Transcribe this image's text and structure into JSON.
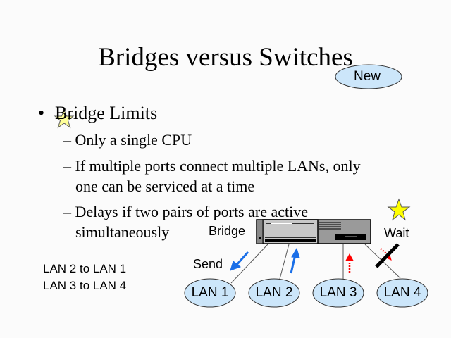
{
  "slide": {
    "title": "Bridges versus Switches",
    "badge": "New",
    "bullet": {
      "marker": "•",
      "text": "Bridge Limits",
      "subs": [
        {
          "marker": "–",
          "lines": [
            "Only a single CPU"
          ]
        },
        {
          "marker": "–",
          "lines": [
            "If multiple ports connect multiple LANs, only",
            "one can be serviced at a time"
          ]
        },
        {
          "marker": "–",
          "lines": [
            "Delays if two pairs of ports are active",
            "simultaneously"
          ]
        }
      ]
    },
    "diagram": {
      "bridge_label": "Bridge",
      "send_label": "Send",
      "wait_label": "Wait",
      "lans": [
        "LAN 1",
        "LAN 2",
        "LAN 3",
        "LAN 4"
      ],
      "flows": [
        "LAN 2 to LAN 1",
        "LAN 3 to LAN 4"
      ]
    },
    "colors": {
      "lan_fill": "#cce6fa",
      "badge_fill": "#cce6fa",
      "star_yellow": "#ffff00",
      "star_pale": "#ffff99",
      "send_arrow": "#1a6fe8",
      "wait_arrow": "#ff0000"
    }
  }
}
